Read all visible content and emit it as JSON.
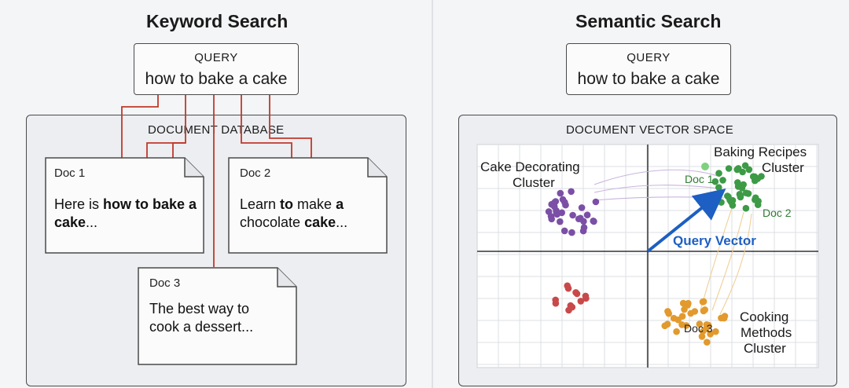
{
  "keyword": {
    "title": "Keyword Search",
    "query_label": "QUERY",
    "query_text": "how to bake a cake",
    "db_label": "DOCUMENT DATABASE",
    "docs": [
      {
        "id": "Doc 1",
        "parts": [
          {
            "t": "Here is ",
            "b": false
          },
          {
            "t": "how to bake",
            "b": true
          },
          {
            "t": " ",
            "b": false
          },
          {
            "t": "a cake",
            "b": true
          },
          {
            "t": "...",
            "b": false
          }
        ]
      },
      {
        "id": "Doc 2",
        "parts": [
          {
            "t": "Learn ",
            "b": false
          },
          {
            "t": "to",
            "b": true
          },
          {
            "t": " make ",
            "b": false
          },
          {
            "t": "a",
            "b": true
          },
          {
            "t": " chocolate ",
            "b": false
          },
          {
            "t": "cake",
            "b": true
          },
          {
            "t": "...",
            "b": false
          }
        ]
      },
      {
        "id": "Doc 3",
        "parts": [
          {
            "t": "The best way to cook a dessert...",
            "b": false
          }
        ]
      }
    ],
    "link_color": "#c0392b"
  },
  "semantic": {
    "title": "Semantic Search",
    "query_label": "QUERY",
    "query_text": "how to bake a cake",
    "space_label": "DOCUMENT VECTOR SPACE",
    "clusters": {
      "cake_decorating": {
        "label_lines": [
          "Cake Decorating",
          "Cluster"
        ],
        "color": "#7b4fa6"
      },
      "baking_recipes": {
        "label_lines": [
          "Baking Recipes",
          "Cluster"
        ],
        "color": "#3d9a46"
      },
      "cooking_methods": {
        "label_lines": [
          "Cooking",
          "Methods",
          "Cluster"
        ],
        "color": "#e29a2d"
      },
      "unlabeled": {
        "color": "#c9494a"
      }
    },
    "doc_markers": {
      "doc1": "Doc 1",
      "doc2": "Doc 2",
      "doc3": "Doc 3"
    },
    "vector_label": "Query Vector",
    "vector_color": "#1d5fc2"
  }
}
